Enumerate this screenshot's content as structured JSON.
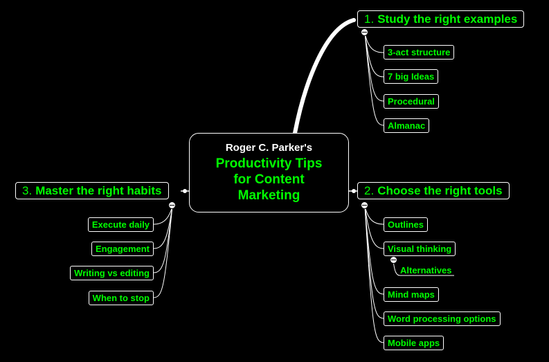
{
  "colors": {
    "background": "#000000",
    "text_accent": "#00ff00",
    "text_title": "#ffffff",
    "line": "#ffffff"
  },
  "central": {
    "line1": "Roger C. Parker's",
    "line2": "Productivity Tips",
    "line3": "for Content",
    "line4": "Marketing"
  },
  "branches": [
    {
      "number": "1.",
      "label": "Study the right examples",
      "children": [
        "3-act structure",
        "7 big Ideas",
        "Procedural",
        "Almanac"
      ]
    },
    {
      "number": "2.",
      "label": "Choose the right tools",
      "children": [
        "Outlines",
        "Visual thinking",
        "Mind maps",
        "Word processing options",
        "Mobile apps"
      ],
      "sub_children": [
        "Alternatives"
      ]
    },
    {
      "number": "3.",
      "label": "Master the right habits",
      "children": [
        "Execute daily",
        "Engagement",
        "Writing vs editing",
        "When to stop"
      ]
    }
  ]
}
